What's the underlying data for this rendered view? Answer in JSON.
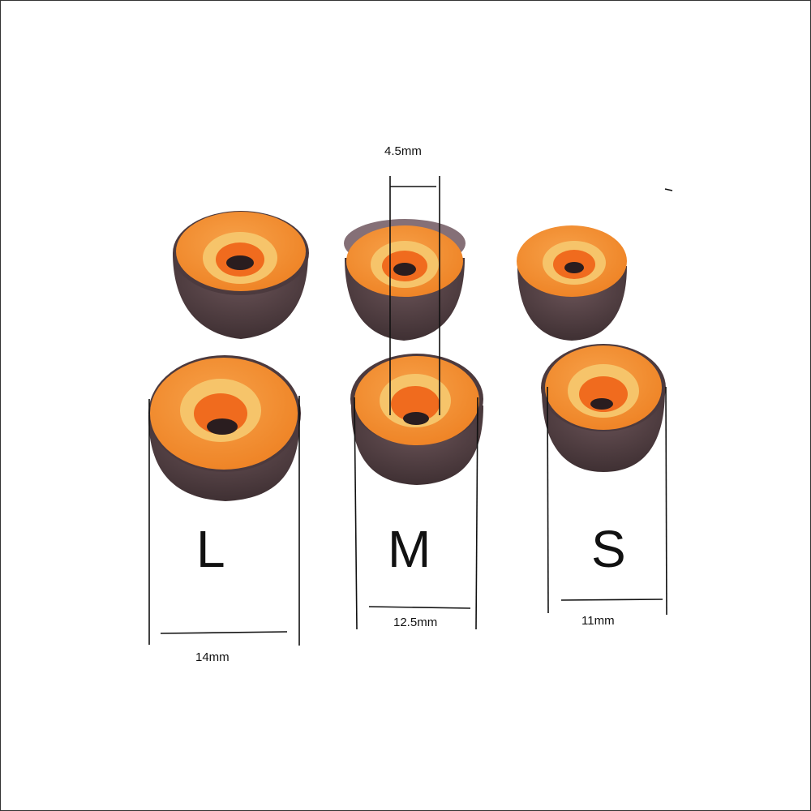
{
  "image": {
    "subject": "six-ear-tips-L-M-S",
    "background_color": "#ffffff",
    "colors": {
      "shell": "#5a4448",
      "shell_dark": "#3f3033",
      "foam": "#f28a2a",
      "foam_light": "#f7a24a",
      "ring": "#f6c46a",
      "bore": "#f06b1e",
      "hole": "#2a1d1f",
      "line": "#111111"
    }
  },
  "labels": {
    "size_large": "L",
    "size_medium": "M",
    "size_small": "S",
    "bore_width": "4.5mm",
    "width_large": "14mm",
    "width_medium": "12.5mm",
    "width_small": "11mm"
  }
}
